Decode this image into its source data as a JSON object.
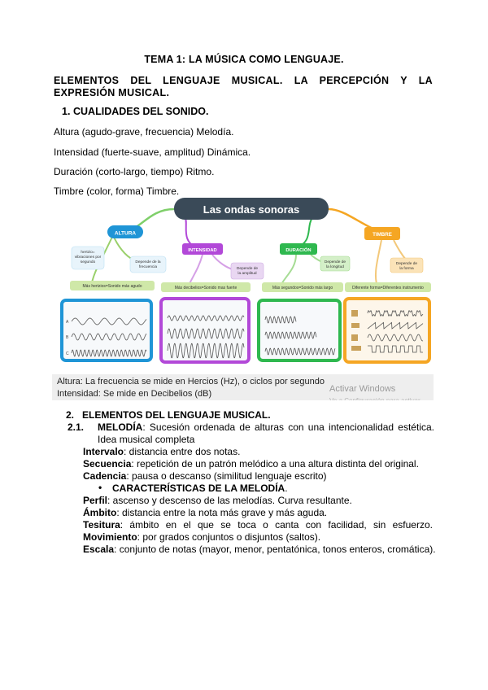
{
  "doc": {
    "title": "TEMA 1: LA MÚSICA COMO LENGUAJE.",
    "subtitle": "ELEMENTOS DEL LENGUAJE MUSICAL. LA PERCEPCIÓN Y LA EXPRESIÓN MUSICAL.",
    "section1": {
      "number": "1.",
      "heading": "CUALIDADES DEL SONIDO.",
      "lines": [
        "Altura (agudo-grave, frecuencia) Melodía.",
        "Intensidad (fuerte-suave, amplitud) Dinámica.",
        "Duración (corto-largo, tiempo) Ritmo.",
        "Timbre (color, forma) Timbre."
      ]
    },
    "figure": {
      "title": "Las ondas sonoras",
      "nodes": {
        "altura": {
          "label": "ALTURA",
          "note1": "hertzio= vibraciones por segundo",
          "note2": "Depende de la frecuencia",
          "rule": "Más hertzios=Sonido más agudo"
        },
        "intensidad": {
          "label": "INTENSIDAD",
          "note1": "Depende de la amplitud",
          "rule": "Más decibelios=Sonido mas fuerte"
        },
        "duracion": {
          "label": "DURACIÓN",
          "note1": "Depende de la longitud",
          "rule": "Más segundos=Sonido más largo"
        },
        "timbre": {
          "label": "TIMBRE",
          "note1": "Depende de la forma",
          "rule": "Diferente forma=Diferentes instrumento"
        }
      },
      "panel_letters": [
        "A",
        "B",
        "C"
      ],
      "colors": {
        "title_bg": "#3a4a58",
        "altura": "#1f95d6",
        "intensidad": "#b248d8",
        "duracion": "#2fb84f",
        "timbre": "#f5a623",
        "note_bg": "#cfe8a8"
      }
    },
    "caption": {
      "line1": "Altura: La frecuencia se mide en Hercios (Hz), o ciclos por segundo",
      "line2": "Intensidad: Se mide en Decibelios (dB)",
      "watermark1": "Activar Windows",
      "watermark2": "Ve a Configuración para activar Windows."
    },
    "section2": {
      "number": "2.",
      "heading": "ELEMENTOS DEL LENGUAJE MUSICAL.",
      "sub_number": "2.1.",
      "melodia_term": "MELODÍA",
      "melodia_def": ": Sucesión ordenada de alturas con una intencionalidad estética.",
      "melodia_def2": "Idea musical completa",
      "items": [
        {
          "term": "Intervalo",
          "def": ": distancia entre dos notas."
        },
        {
          "term": "Secuencia",
          "def": ": repetición de un patrón melódico a una altura distinta del original."
        },
        {
          "term": "Cadencia",
          "def": ": pausa o descanso (similitud lenguaje escrito)"
        }
      ],
      "bullet_heading": "CARACTERÍSTICAS DE LA MELODÍA",
      "bullet_period": ".",
      "features": [
        {
          "term": "Perfil",
          "def": ": ascenso y descenso de las melodías. Curva resultante."
        },
        {
          "term": "Ámbito",
          "def": ": distancia entre la nota más grave y más aguda."
        },
        {
          "term": "Tesitura",
          "def": ": ámbito en el que se toca o canta con facilidad, sin esfuerzo."
        },
        {
          "term": "Movimiento",
          "def": ": por grados conjuntos o disjuntos (saltos)."
        },
        {
          "term": "Escala",
          "def": ": conjunto de notas (mayor, menor, pentatónica, tonos enteros, cromática)."
        }
      ]
    }
  }
}
